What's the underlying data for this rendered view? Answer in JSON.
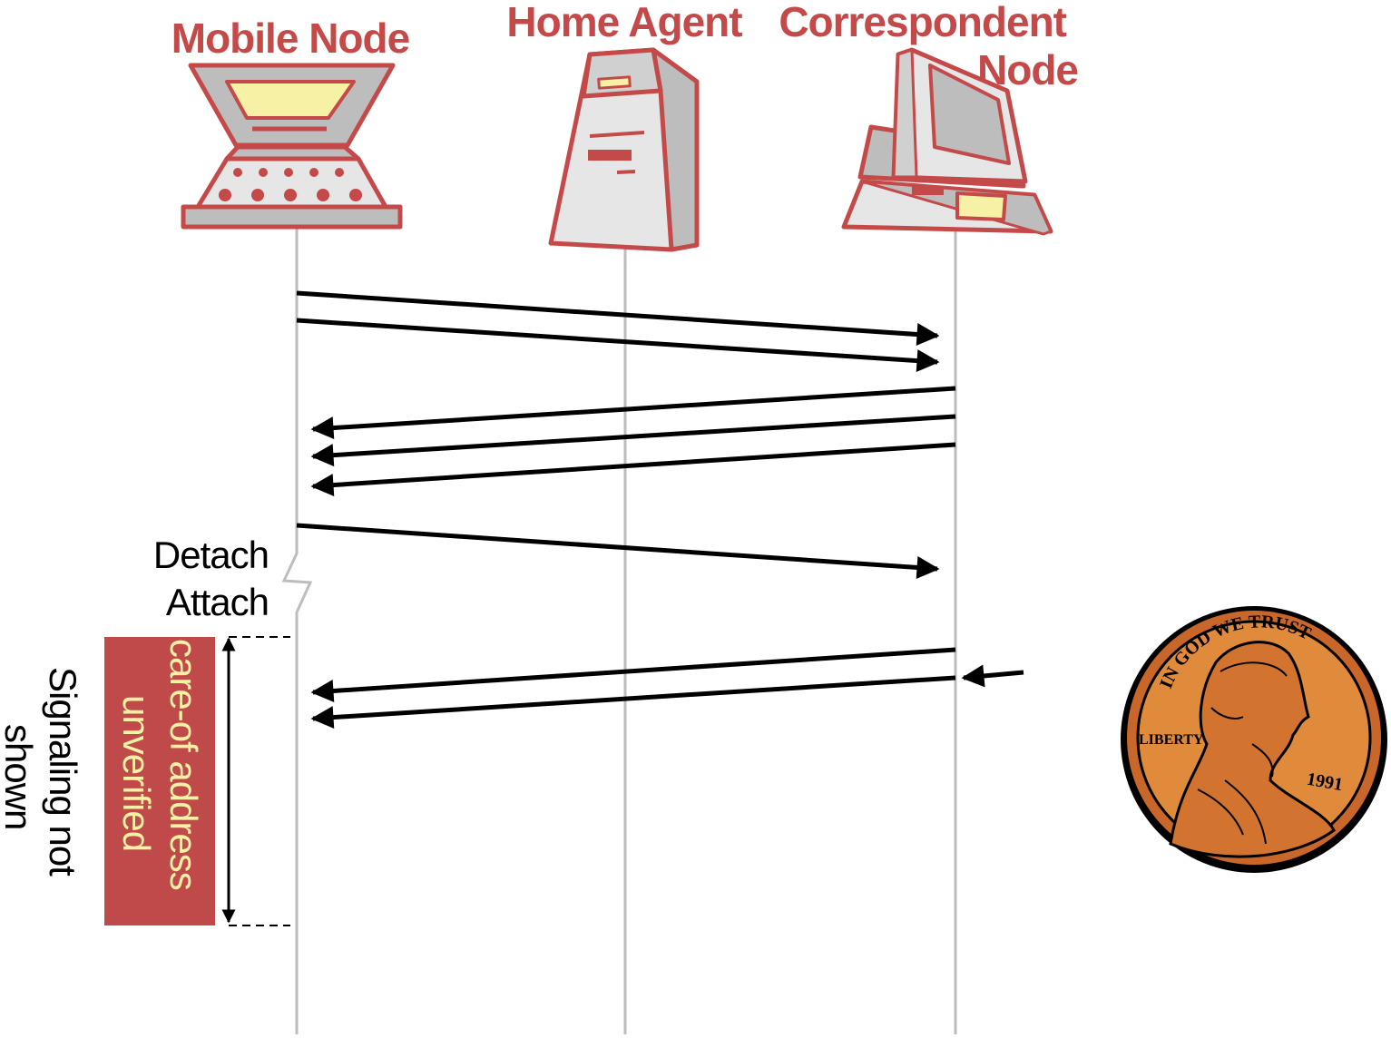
{
  "nodes": {
    "mobile": {
      "label": "Mobile Node"
    },
    "home": {
      "label": "Home Agent"
    },
    "correspondent": {
      "label_line1": "Correspondent",
      "label_line2": "Node"
    }
  },
  "annotations": {
    "detach": "Detach",
    "attach": "Attach",
    "box_line1": "care-of address",
    "box_line2": "unverified",
    "side_line1": "Signaling not",
    "side_line2": "shown"
  },
  "coin": {
    "top_text": "IN GOD WE TRUST",
    "left_text": "LIBERTY",
    "year": "1991"
  },
  "colors": {
    "accent": "#c44a4a",
    "box_fill": "#c04a4a",
    "box_text": "#f6f1a4",
    "lifeline": "#bdbdbd",
    "coin": "#d9782c"
  }
}
